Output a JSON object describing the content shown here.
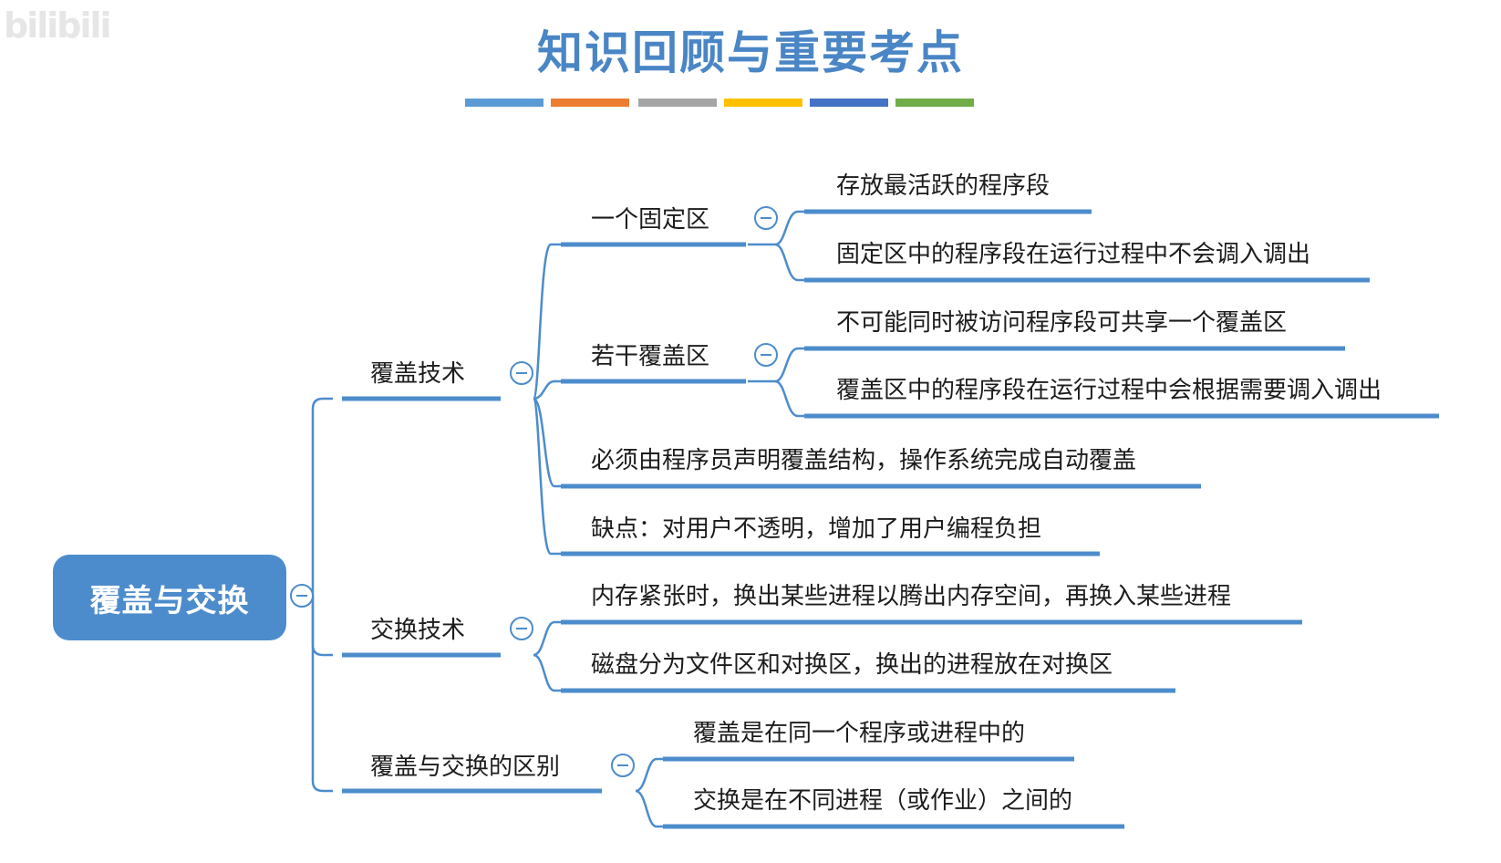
{
  "watermark": "bilibili",
  "title": "知识回顾与重要考点",
  "title_bar_colors": [
    "#5b9bd5",
    "#ed7d31",
    "#a5a5a5",
    "#ffc000",
    "#4472c4",
    "#70ad47"
  ],
  "accent_color": "#4d8ccc",
  "mindmap": {
    "root": "覆盖与交换",
    "branches": [
      {
        "label": "覆盖技术",
        "children": [
          {
            "label": "一个固定区",
            "children": [
              "存放最活跃的程序段",
              "固定区中的程序段在运行过程中不会调入调出"
            ]
          },
          {
            "label": "若干覆盖区",
            "children": [
              "不可能同时被访问程序段可共享一个覆盖区",
              "覆盖区中的程序段在运行过程中会根据需要调入调出"
            ]
          },
          {
            "label": "必须由程序员声明覆盖结构，操作系统完成自动覆盖"
          },
          {
            "label": "缺点：对用户不透明，增加了用户编程负担"
          }
        ]
      },
      {
        "label": "交换技术",
        "children": [
          {
            "label": "内存紧张时，换出某些进程以腾出内存空间，再换入某些进程"
          },
          {
            "label": "磁盘分为文件区和对换区，换出的进程放在对换区"
          }
        ]
      },
      {
        "label": "覆盖与交换的区别",
        "children": [
          {
            "label": "覆盖是在同一个程序或进程中的"
          },
          {
            "label": "交换是在不同进程（或作业）之间的"
          }
        ]
      }
    ]
  }
}
